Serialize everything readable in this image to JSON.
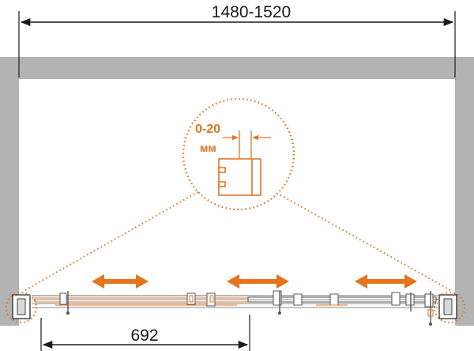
{
  "dimensions": {
    "total_width": "1480-1520",
    "door_width": "692"
  },
  "detail": {
    "adjust_range": "0-20",
    "unit": "мм"
  },
  "colors": {
    "accent": "#e8731e",
    "wall": "#b3b3b3",
    "line": "#1a1a1a",
    "rail": "#8a8a8a"
  },
  "icons": {
    "arrow": "double-headed-arrow-icon",
    "profile": "wall-profile-icon"
  }
}
